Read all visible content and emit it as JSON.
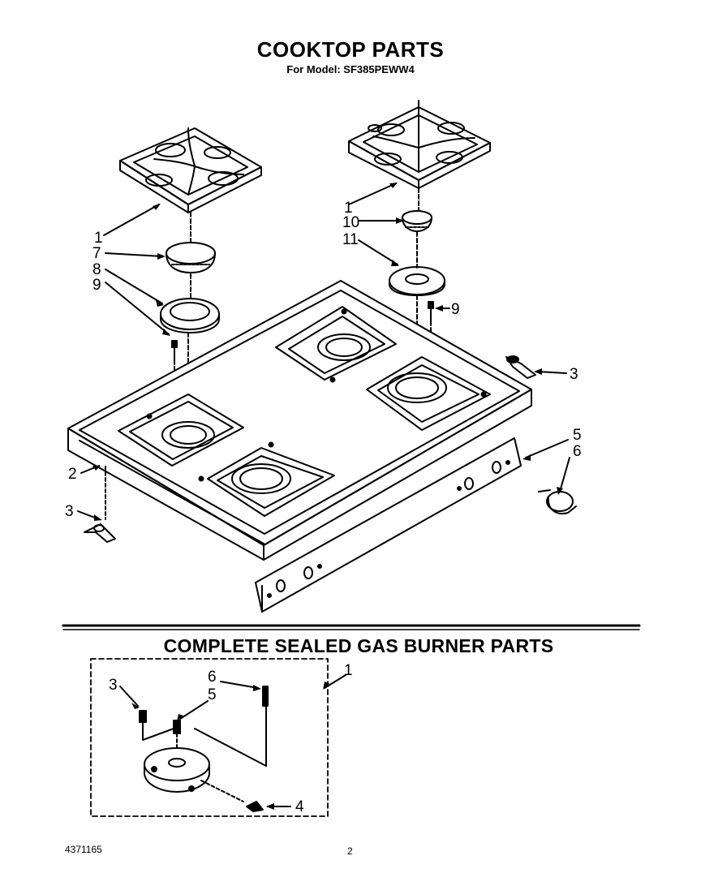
{
  "header": {
    "title": "COOKTOP PARTS",
    "subtitle": "For Model: SF385PEWW4"
  },
  "section": {
    "title": "COMPLETE SEALED GAS BURNER PARTS"
  },
  "footer": {
    "doc_number": "4371165",
    "page_number": "2"
  },
  "cooktop_callouts": {
    "grate_left": "1",
    "cap_left": "7",
    "head_left": "8",
    "screw_left": "9",
    "grate_right": "1",
    "cap_right": "10",
    "head_right": "11",
    "screw_right": "9",
    "clip_right": "3",
    "cooktop": "2",
    "clip_left": "3",
    "panel": "5",
    "knob": "6"
  },
  "burner_callouts": {
    "screw": "3",
    "electrode_screw": "6",
    "electrode": "5",
    "assembly": "1",
    "clip": "4"
  }
}
